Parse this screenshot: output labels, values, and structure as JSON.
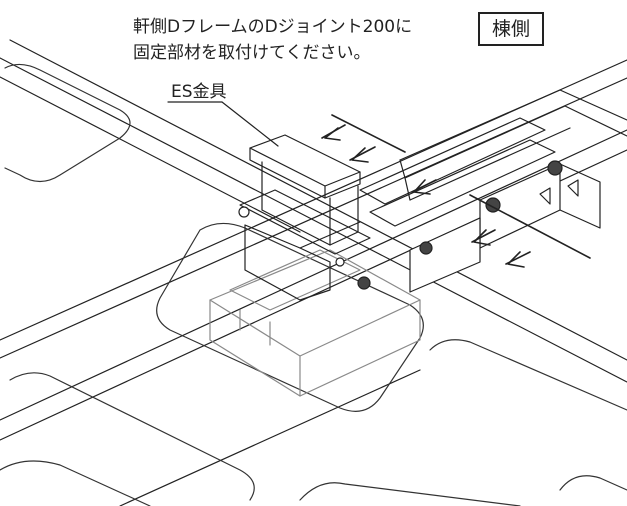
{
  "instruction": {
    "line1": "軒側DフレームのDジョイント200に",
    "line2": "固定部材を取付けてください。"
  },
  "side_label": "棟側",
  "part_label": "ES金具",
  "colors": {
    "line": "#222222",
    "light_line": "#9a9a9a",
    "fill": "#ffffff"
  }
}
